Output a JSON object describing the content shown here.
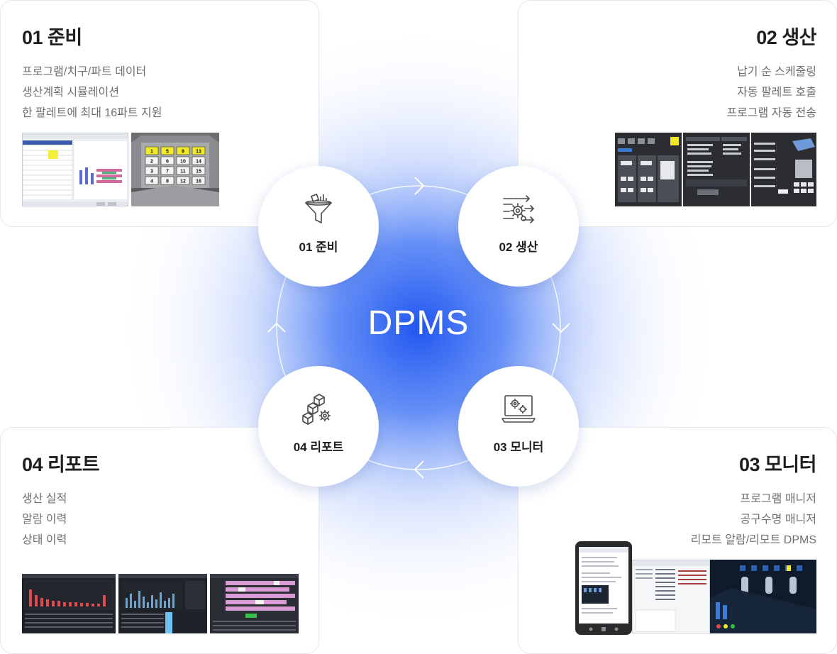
{
  "center": {
    "title": "DPMS"
  },
  "cards": {
    "prepare": {
      "title": "01 준비",
      "items": [
        "프로그램/치구/파트 데이터",
        "생산계획 시뮬레이션",
        "한 팔레트에 최대 16파트 지원"
      ]
    },
    "produce": {
      "title": "02 생산",
      "items": [
        "납기 순 스케줄링",
        "자동 팔레트 호출",
        "프로그램 자동 전송"
      ]
    },
    "monitor": {
      "title": "03 모니터",
      "items": [
        "프로그램 매니저",
        "공구수명 매니저",
        "리모트 알람/리모트 DPMS"
      ]
    },
    "report": {
      "title": "04 리포트",
      "items": [
        "생산 실적",
        "알람 이력",
        "상태 이력"
      ]
    }
  },
  "nodes": {
    "prepare": "01 준비",
    "produce": "02 생산",
    "monitor": "03 모니터",
    "report": "04 리포트"
  },
  "pallet_numbers": [
    "1",
    "5",
    "9",
    "13",
    "2",
    "6",
    "10",
    "14",
    "3",
    "7",
    "11",
    "15",
    "4",
    "8",
    "12",
    "16"
  ],
  "colors": {
    "accent": "#2f62f0",
    "glow": "#3b6ef5",
    "yellow_part": "#f2ea27"
  },
  "icons": {
    "prepare": "funnel-chart-icon",
    "produce": "gears-arrows-icon",
    "monitor": "laptop-gears-icon",
    "report": "boxes-gear-icon"
  }
}
